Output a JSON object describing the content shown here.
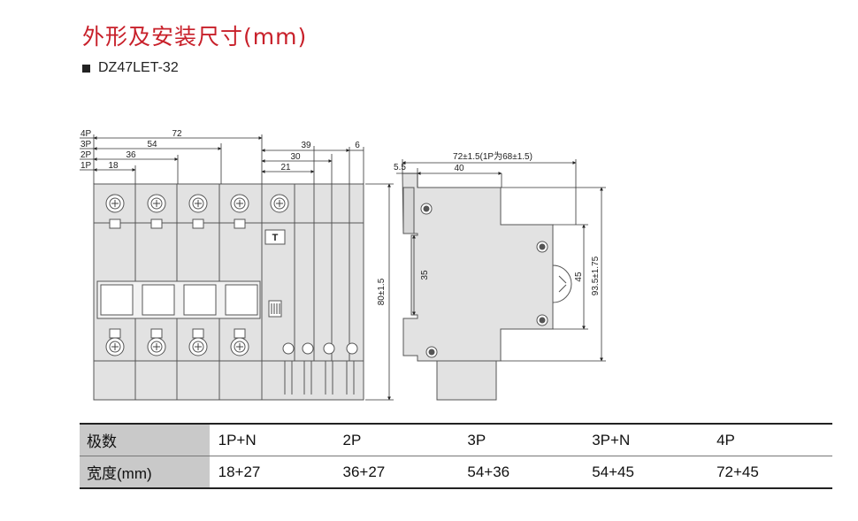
{
  "title": "外形及安装尺寸(mm)",
  "model": "DZ47LET-32",
  "front_view": {
    "pole_labels": [
      "4P",
      "3P",
      "2P",
      "1P"
    ],
    "widths": [
      "72",
      "54",
      "36",
      "18"
    ],
    "module_dims": [
      "39",
      "30",
      "21",
      "6"
    ],
    "height": "80±1.5",
    "test_button": "T"
  },
  "side_view": {
    "width_total": "72±1.5(1P为68±1.5)",
    "offset": "5.5",
    "depth": "40",
    "rail": "35",
    "h45": "45",
    "h93": "93.5±1.75"
  },
  "table": {
    "header_poles": "极数",
    "header_width": "宽度(mm)",
    "poles": [
      "1P+N",
      "2P",
      "3P",
      "3P+N",
      "4P"
    ],
    "widths": [
      "18+27",
      "36+27",
      "54+36",
      "54+45",
      "72+45"
    ]
  }
}
